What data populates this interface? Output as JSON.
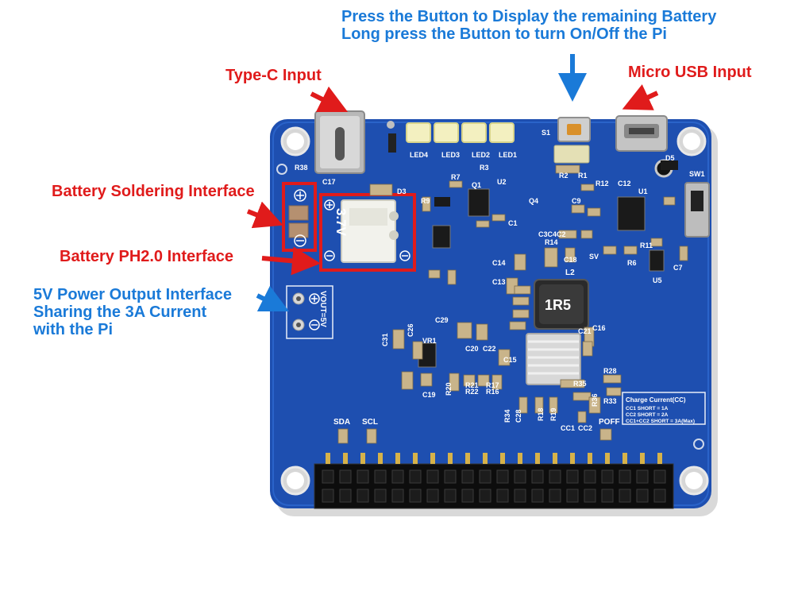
{
  "colors": {
    "accent_red": "#e01b1b",
    "accent_blue": "#1a7ad8",
    "pcb_blue": "#1e4fb0"
  },
  "annotations": {
    "button_line1": "Press the Button to Display the remaining Battery",
    "button_line2": "Long press the Button to turn On/Off the Pi",
    "type_c": "Type-C Input",
    "micro_usb": "Micro USB Input",
    "battery_solder": "Battery Soldering Interface",
    "battery_ph": "Battery PH2.0 Interface",
    "power_out_line1": "5V Power Output Interface",
    "power_out_line2": "Sharing the 3A Current",
    "power_out_line3": "with the Pi"
  },
  "board_labels": {
    "led4": "LED4",
    "led3": "LED3",
    "led2": "LED2",
    "led1": "LED1",
    "s1": "S1",
    "inductor": "1R5",
    "l2": "L2",
    "voltage": "3.7V",
    "vout": "VOUT=5V",
    "sda": "SDA",
    "scl": "SCL",
    "poff": "POFF",
    "cc1": "CC1",
    "cc2": "CC2",
    "charge_title": "Charge Current(CC)",
    "charge_line1": "CC1 SHORT = 1A",
    "charge_line2": "CC2 SHORT = 2A",
    "charge_line3": "CC1+CC2 SHORT = 3A(Max)",
    "sw1": "SW1",
    "u1": "U1",
    "u2": "U2",
    "u5": "U5",
    "vr1": "VR1",
    "d5": "D5",
    "c17": "C17",
    "r38": "R38",
    "d3": "D3",
    "r9": "R9",
    "q1": "Q1",
    "r7": "R7",
    "r3": "R3",
    "r1": "R1",
    "r2": "R2",
    "c12": "C12",
    "r12": "R12",
    "c9": "C9",
    "c14": "C14",
    "c13": "C13",
    "c18": "C18",
    "c21": "C21",
    "c16": "C16",
    "c29": "C29",
    "c22": "C22",
    "c20": "C20",
    "c15": "C15",
    "r28": "R28",
    "r33": "R33",
    "r35": "R35",
    "c7": "C7",
    "r6": "R6",
    "r11": "R11",
    "r14": "R14",
    "c31": "C31",
    "c26": "C26",
    "c19": "C19",
    "r20": "R20",
    "r22": "R22",
    "r16": "R16",
    "r21": "R21",
    "r17": "R17",
    "r34": "R34",
    "c28": "C28",
    "r18": "R18",
    "r19": "R19",
    "r36": "R36",
    "q4": "Q4",
    "c1": "C1",
    "sv": "SV",
    "c3c4c2": "C3C4C2"
  }
}
